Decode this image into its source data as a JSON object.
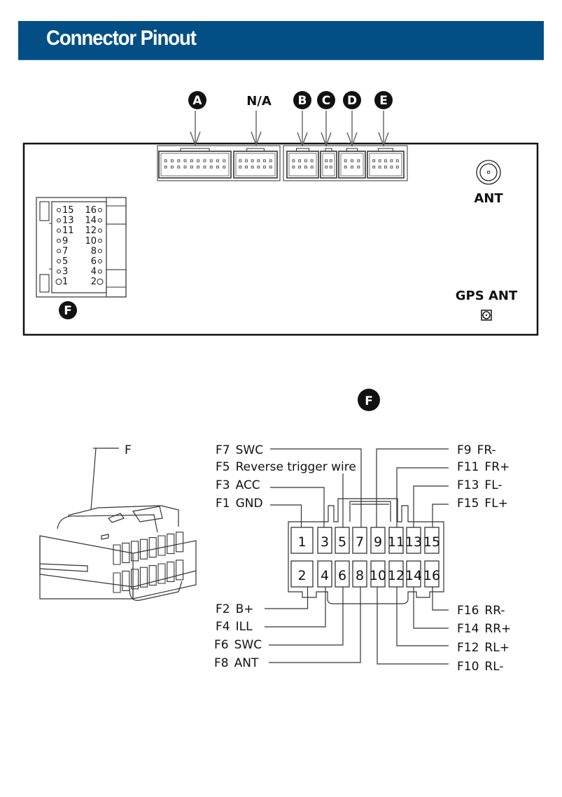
{
  "header": {
    "title": "Connector Pinout",
    "bg_color": "#034f85"
  },
  "head_unit": {
    "top_connectors": [
      {
        "id": "A",
        "label": "A",
        "badge": true,
        "rows": 2,
        "cols": 10
      },
      {
        "id": "NA",
        "label": "N/A",
        "badge": false,
        "rows": 2,
        "cols": 6
      },
      {
        "id": "B",
        "label": "B",
        "badge": true,
        "rows": 2,
        "cols": 4
      },
      {
        "id": "C",
        "label": "C",
        "badge": true,
        "rows": 2,
        "cols": 2
      },
      {
        "id": "D",
        "label": "D",
        "badge": true,
        "rows": 2,
        "cols": 3
      },
      {
        "id": "E",
        "label": "E",
        "badge": true,
        "rows": 2,
        "cols": 5
      }
    ],
    "ant_label": "ANT",
    "gps_ant_label": "GPS ANT",
    "socket_f": {
      "badge": "F",
      "rows": [
        [
          "15",
          "16"
        ],
        [
          "13",
          "14"
        ],
        [
          "11",
          "12"
        ],
        [
          "9",
          "10"
        ],
        [
          "7",
          "8"
        ],
        [
          "5",
          "6"
        ],
        [
          "3",
          "4"
        ],
        [
          "1",
          "2"
        ]
      ]
    }
  },
  "detail": {
    "badge": "F",
    "plug_label": "F",
    "top_row_pins": [
      "1",
      "3",
      "5",
      "7",
      "9",
      "11",
      "13",
      "15"
    ],
    "bottom_row_pins": [
      "2",
      "4",
      "6",
      "8",
      "10",
      "12",
      "14",
      "16"
    ],
    "left_top_labels": [
      {
        "pin": "F7",
        "func": "SWC"
      },
      {
        "pin": "F5",
        "func": "Reverse trigger wire"
      },
      {
        "pin": "F3",
        "func": "ACC"
      },
      {
        "pin": "F1",
        "func": "GND"
      }
    ],
    "right_top_labels": [
      {
        "pin": "F9",
        "func": "FR-"
      },
      {
        "pin": "F11",
        "func": "FR+"
      },
      {
        "pin": "F13",
        "func": "FL-"
      },
      {
        "pin": "F15",
        "func": "FL+"
      }
    ],
    "left_bottom_labels": [
      {
        "pin": "F2",
        "func": "B+"
      },
      {
        "pin": "F4",
        "func": "ILL"
      },
      {
        "pin": "F6",
        "func": "SWC"
      },
      {
        "pin": "F8",
        "func": "ANT"
      }
    ],
    "right_bottom_labels": [
      {
        "pin": "F16",
        "func": "RR-"
      },
      {
        "pin": "F14",
        "func": "RR+"
      },
      {
        "pin": "F12",
        "func": "RL+"
      },
      {
        "pin": "F10",
        "func": "RL-"
      }
    ]
  }
}
